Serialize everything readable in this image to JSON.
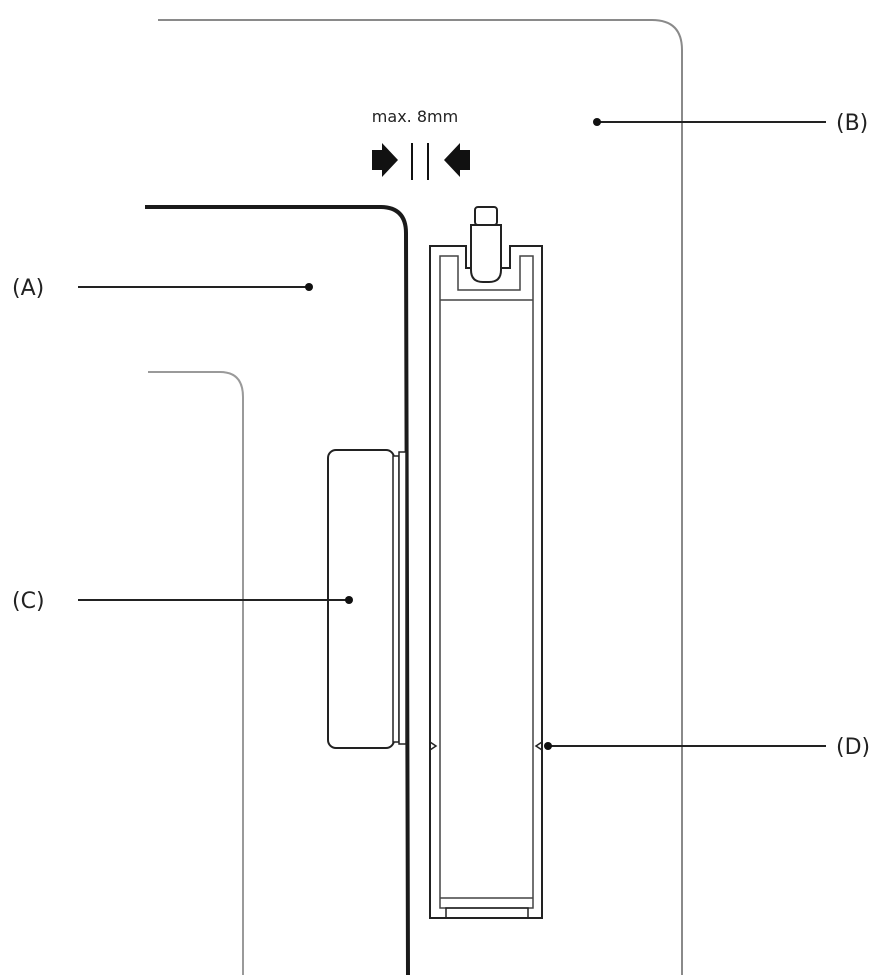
{
  "dimension": {
    "text": "max. 8mm"
  },
  "labels": {
    "a": "(A)",
    "b": "(B)",
    "c": "(C)",
    "d": "(D)"
  }
}
